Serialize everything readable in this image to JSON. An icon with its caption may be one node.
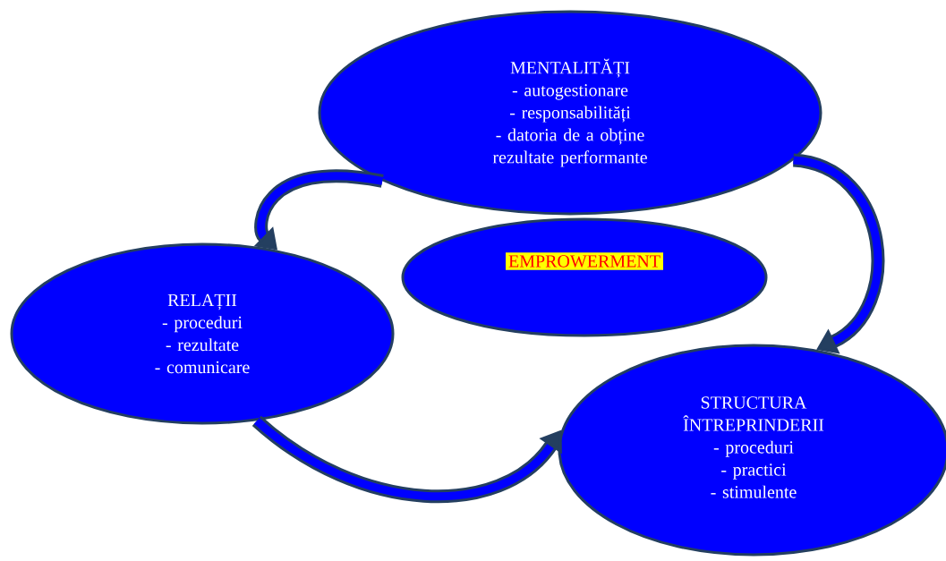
{
  "diagram": {
    "nodes": [
      {
        "text": [
          "MENTALITĂȚI",
          "- autogestionare",
          "- responsabilități",
          "- datoria de a obține rezultate performante"
        ]
      },
      {
        "text": [
          "EMPROWERMENT"
        ]
      },
      {
        "text": [
          "RELAȚII",
          "- proceduri",
          "- rezultate",
          "- comunicare"
        ]
      },
      {
        "text": [
          "STRUCTURA ÎNTREPRINDERII",
          "- proceduri",
          "- practici",
          "- stimulente"
        ]
      }
    ],
    "edges": [
      {
        "from": 0,
        "to": 2,
        "arrow": "to"
      },
      {
        "from": 0,
        "to": 3,
        "arrow": "to"
      },
      {
        "from": 2,
        "to": 3,
        "arrow": "to"
      }
    ]
  }
}
